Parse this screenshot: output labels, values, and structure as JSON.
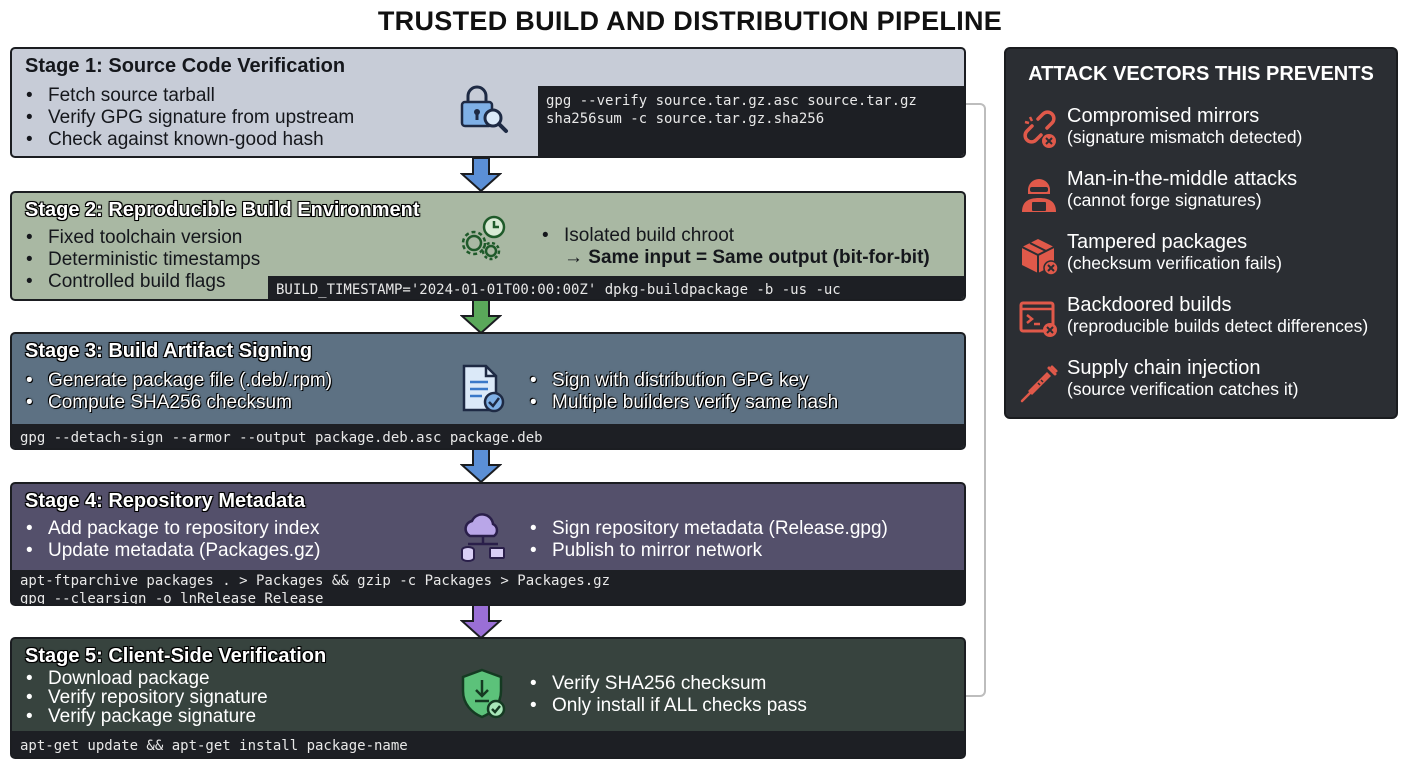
{
  "title": "TRUSTED BUILD AND DISTRIBUTION PIPELINE",
  "stages": [
    {
      "title": "Stage 1: Source Code Verification",
      "left": [
        "Fetch source tarball",
        "Verify GPG signature from upstream",
        "Check against known-good hash"
      ],
      "right": [],
      "code": [
        "gpg --verify source.tar.gz.asc source.tar.gz",
        "sha256sum -c source.tar.gz.sha256"
      ],
      "icon": "lock-search-icon"
    },
    {
      "title": "Stage 2: Reproducible Build Environment",
      "left": [
        "Fixed toolchain version",
        "Deterministic timestamps",
        "Controlled build flags"
      ],
      "right": [
        "Isolated build chroot"
      ],
      "note": "→ Same input = Same output (bit-for-bit)",
      "code": [
        "BUILD_TIMESTAMP='2024-01-01T00:00:00Z' dpkg-buildpackage -b -us -uc"
      ],
      "icon": "gears-clock-icon"
    },
    {
      "title": "Stage 3: Build Artifact Signing",
      "left": [
        "Generate package file (.deb/.rpm)",
        "Compute SHA256 checksum"
      ],
      "right": [
        "Sign with distribution GPG key",
        "Multiple builders verify same hash"
      ],
      "code": [
        "gpg --detach-sign --armor --output package.deb.asc package.deb"
      ],
      "icon": "signed-document-icon"
    },
    {
      "title": "Stage 4: Repository Metadata",
      "left": [
        "Add package to repository index",
        "Update metadata (Packages.gz)"
      ],
      "right": [
        "Sign repository metadata (Release.gpg)",
        "Publish to mirror network"
      ],
      "code": [
        "apt-ftparchive packages . > Packages && gzip -c Packages > Packages.gz",
        "gpg --clearsign -o lnRelease Release"
      ],
      "icon": "cloud-network-icon"
    },
    {
      "title": "Stage 5: Client-Side Verification",
      "left": [
        "Download package",
        "Verify repository signature",
        "Verify package signature"
      ],
      "right": [
        "Verify SHA256 checksum",
        "Only install if ALL checks pass"
      ],
      "code": [
        "apt-get update && apt-get install package-name"
      ],
      "icon": "shield-check-icon"
    }
  ],
  "arrow_colors": [
    "#5b8fd6",
    "#5aa85a",
    "#5b8fd6",
    "#9a6fd6"
  ],
  "attack_panel": {
    "title": "ATTACK VECTORS THIS PREVENTS",
    "items": [
      {
        "title": "Compromised mirrors",
        "subtitle": "(signature mismatch detected)",
        "icon": "broken-link-icon"
      },
      {
        "title": "Man-in-the-middle attacks",
        "subtitle": "(cannot forge signatures)",
        "icon": "hacker-icon"
      },
      {
        "title": "Tampered packages",
        "subtitle": "(checksum verification fails)",
        "icon": "damaged-package-icon"
      },
      {
        "title": "Backdoored builds",
        "subtitle": "(reproducible builds detect differences)",
        "icon": "terminal-error-icon"
      },
      {
        "title": "Supply chain injection",
        "subtitle": "(source verification catches it)",
        "icon": "syringe-icon"
      }
    ],
    "accent": "#e0594a"
  }
}
